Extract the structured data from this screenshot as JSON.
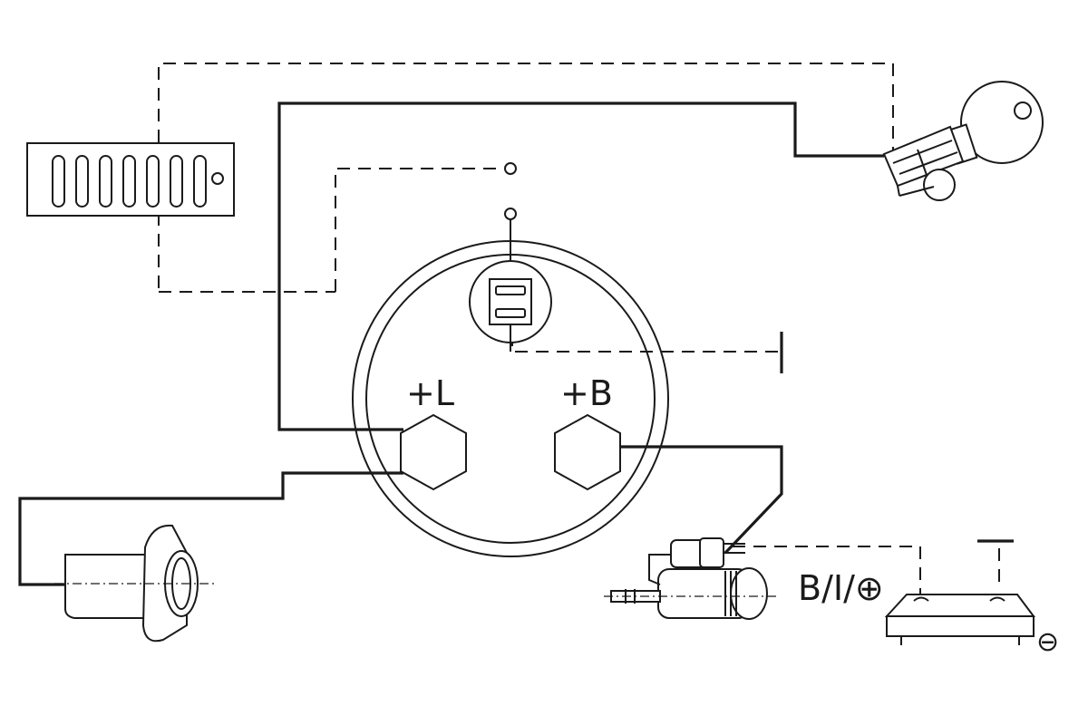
{
  "labels": {
    "terminal_l": "+L",
    "terminal_b": "+B",
    "battery_positive": "B/I/⊕",
    "battery_negative": "⊖"
  },
  "colors": {
    "line": "#1a1a1a",
    "background": "#ffffff"
  }
}
